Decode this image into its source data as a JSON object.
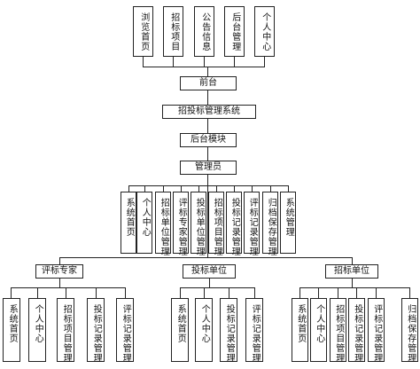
{
  "top_modules": [
    "浏览首页",
    "招标项目",
    "公告信息",
    "后台管理",
    "个人中心"
  ],
  "front_label": "前台",
  "system_label": "招投标管理系统",
  "back_label": "后台模块",
  "admin": {
    "label": "管理员",
    "modules": [
      "系统首页",
      "个人中心",
      "招标单位管理",
      "评标专家管理",
      "投标单位管理",
      "招标项目管理",
      "投标记录管理",
      "评标记录管理",
      "归档保存管理",
      "系统管理"
    ]
  },
  "roles": [
    {
      "label": "评标专家",
      "modules": [
        "系统首页",
        "个人中心",
        "招标项目管理",
        "投标记录管理",
        "评标记录管理"
      ]
    },
    {
      "label": "投标单位",
      "modules": [
        "系统首页",
        "个人中心",
        "投标记录管理",
        "评标记录管理"
      ]
    },
    {
      "label": "招标单位",
      "modules": [
        "系统首页",
        "个人中心",
        "招标项目管理",
        "投标记录管理",
        "评标记录管理",
        "归档保存管理"
      ]
    }
  ]
}
